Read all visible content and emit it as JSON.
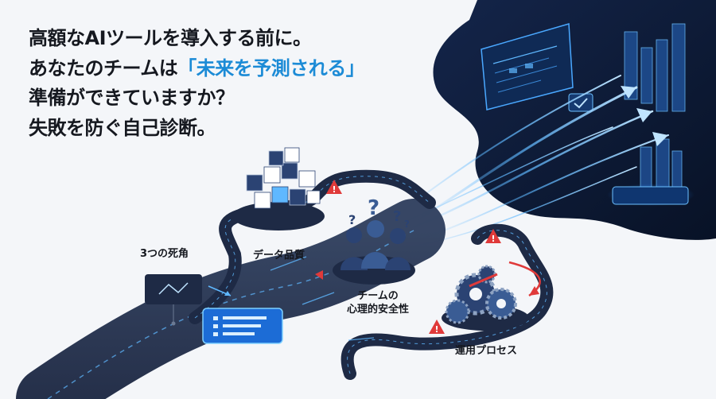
{
  "headline": {
    "line1": "高額なAIツールを導入する前に。",
    "line2_pre": "あなたのチームは",
    "line2_highlight": "「未来を予測される」",
    "line3": "準備ができていますか？",
    "line4": "失敗を防ぐ自己診断。"
  },
  "labels": {
    "blind_spots": "3つの死角",
    "data_quality": "データ品質",
    "team_safety_line1": "チームの",
    "team_safety_line2": "心理的安全性",
    "ops_process": "運用プロセス"
  },
  "colors": {
    "highlight": "#1c8bd6",
    "dark_navy": "#0d1b33",
    "warning_red": "#e03a3a",
    "glow_blue": "#3aa0ff"
  },
  "icons": [
    "warning-icon",
    "question-mark-icon",
    "gear-icon",
    "server-cube-icon",
    "monitor-icon",
    "arrow-icon"
  ]
}
